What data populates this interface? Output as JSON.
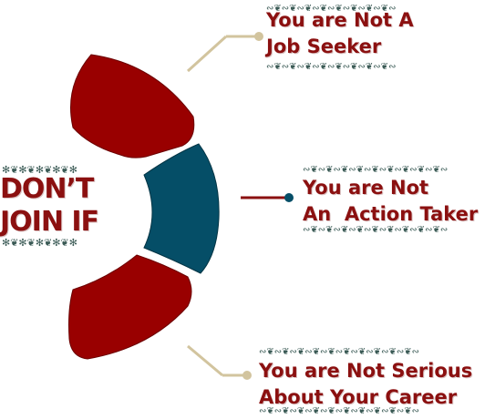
{
  "title": {
    "line1": "DON’T",
    "line2": "JOIN IF"
  },
  "items": [
    {
      "line1": "You are Not A",
      "line2": "Job Seeker",
      "segment_color": "#990000"
    },
    {
      "line1": "You are Not",
      "line2": "An  Action Taker",
      "segment_color": "#054e67"
    },
    {
      "line1": "You are Not Serious",
      "line2": "About Your Career",
      "segment_color": "#990000"
    }
  ],
  "colors": {
    "text": "#8b1010",
    "segment_red": "#990000",
    "segment_teal": "#054e67",
    "connector_tan": "#d2c49e",
    "connector_red": "#8b1010",
    "ornament": "#3a5a55"
  }
}
